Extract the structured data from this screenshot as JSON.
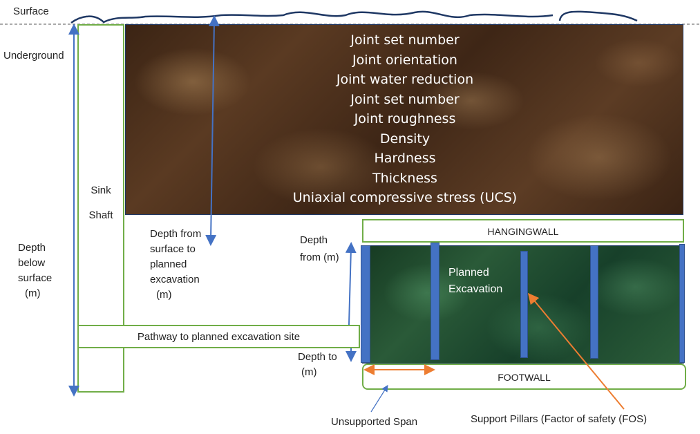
{
  "surface_label": "Surface",
  "underground_label": "Underground",
  "shaft": {
    "line1": "Sink",
    "line2": "Shaft"
  },
  "rock_properties": [
    "Joint set number",
    "Joint orientation",
    "Joint water reduction",
    "Joint set number",
    "Joint roughness",
    "Density",
    "Hardness",
    "Thickness",
    "Uniaxial compressive stress (UCS)"
  ],
  "depth_below_surface": [
    "Depth",
    "below",
    "surface",
    "(m)"
  ],
  "depth_from_surface": [
    "Depth from",
    "surface to",
    "planned",
    "excavation",
    "(m)"
  ],
  "depth_from": [
    "Depth",
    "from (m)"
  ],
  "depth_to": [
    "Depth to",
    "(m)"
  ],
  "hangingwall_label": "HANGINGWALL",
  "footwall_label": "FOOTWALL",
  "pathway_label": "Pathway to planned excavation site",
  "excavation": [
    "Planned",
    "Excavation"
  ],
  "unsupported_span_label": "Unsupported Span",
  "support_pillars_label": "Support Pillars (Factor of safety (FOS)",
  "colors": {
    "rock": "#4a2e1c",
    "ore": "#1e4a2c",
    "box_border": "#70ad47",
    "arrow_blue": "#4472c4",
    "arrow_orange": "#ed7d31",
    "surface_line": "#1f3864"
  }
}
